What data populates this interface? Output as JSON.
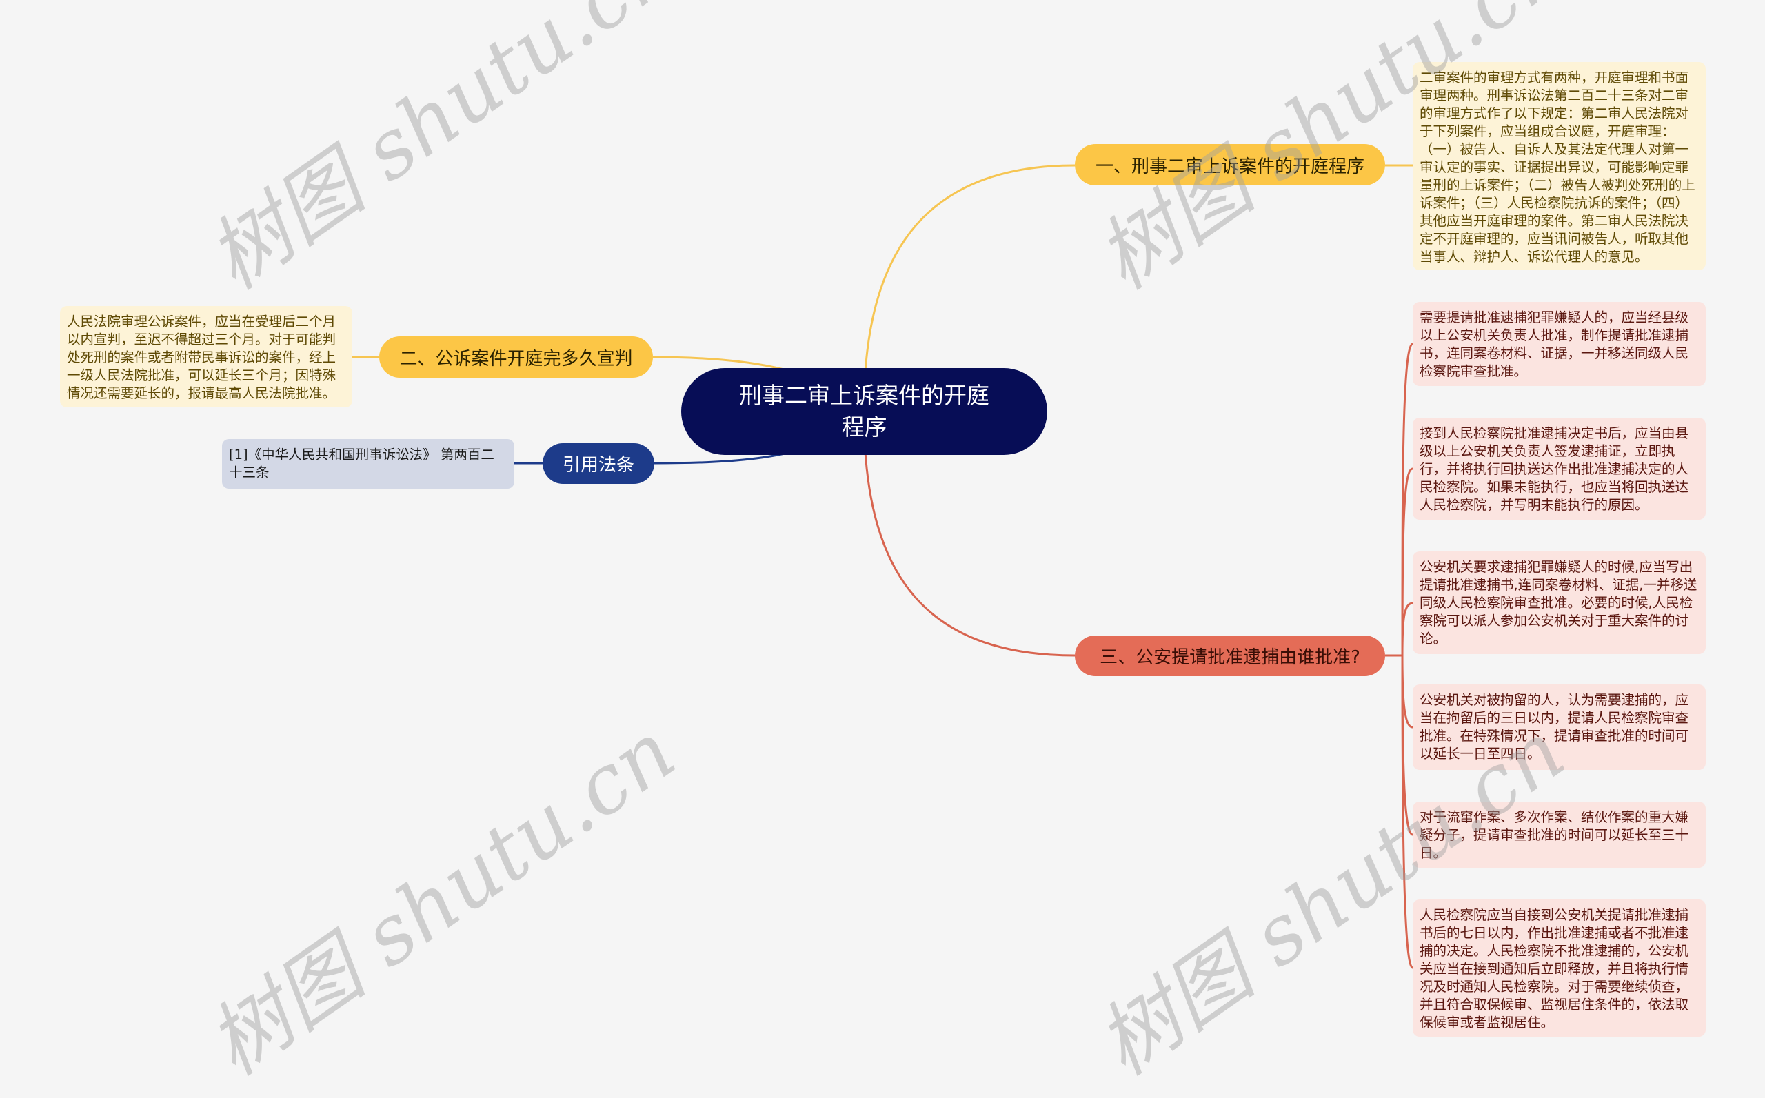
{
  "mindmap": {
    "root": {
      "label": "刑事二审上诉案件的开庭程序"
    },
    "branches": [
      {
        "label": "一、刑事二审上诉案件的开庭程序",
        "color": "#fcc646",
        "details": [
          "二审案件的审理方式有两种，开庭审理和书面审理两种。刑事诉讼法第二百二十三条对二审的审理方式作了以下规定：第二审人民法院对于下列案件，应当组成合议庭，开庭审理：（一）被告人、自诉人及其法定代理人对第一审认定的事实、证据提出异议，可能影响定罪量刑的上诉案件；（二）被告人被判处死刑的上诉案件；（三）人民检察院抗诉的案件；（四）其他应当开庭审理的案件。第二审人民法院决定不开庭审理的，应当讯问被告人，听取其他当事人、辩护人、诉讼代理人的意见。"
        ]
      },
      {
        "label": "二、公诉案件开庭完多久宣判",
        "color": "#fcc646",
        "details": [
          "人民法院审理公诉案件，应当在受理后二个月以内宣判，至迟不得超过三个月。对于可能判处死刑的案件或者附带民事诉讼的案件，经上一级人民法院批准，可以延长三个月；因特殊情况还需要延长的，报请最高人民法院批准。"
        ]
      },
      {
        "label": "引用法条",
        "color": "#1d3b8a",
        "details": [
          "[1]《中华人民共和国刑事诉讼法》 第两百二十三条"
        ]
      },
      {
        "label": "三、公安提请批准逮捕由谁批准?",
        "color": "#e46c57",
        "details": [
          "需要提请批准逮捕犯罪嫌疑人的，应当经县级以上公安机关负责人批准，制作提请批准逮捕书，连同案卷材料、证据，一并移送同级人民检察院审查批准。",
          "接到人民检察院批准逮捕决定书后，应当由县级以上公安机关负责人签发逮捕证，立即执行，并将执行回执送达作出批准逮捕决定的人民检察院。如果未能执行，也应当将回执送达人民检察院，并写明未能执行的原因。",
          "公安机关要求逮捕犯罪嫌疑人的时候,应当写出提请批准逮捕书,连同案卷材料、证据,一并移送同级人民检察院审查批准。必要的时候,人民检察院可以派人参加公安机关对于重大案件的讨论。",
          "公安机关对被拘留的人，认为需要逮捕的，应当在拘留后的三日以内，提请人民检察院审查批准。在特殊情况下，提请审查批准的时间可以延长一日至四日。",
          "对于流窜作案、多次作案、结伙作案的重大嫌疑分子，提请审查批准的时间可以延长至三十日。",
          "人民检察院应当自接到公安机关提请批准逮捕书后的七日以内，作出批准逮捕或者不批准逮捕的决定。人民检察院不批准逮捕的，公安机关应当在接到通知后立即释放，并且将执行情况及时通知人民检察院。对于需要继续侦查，并且符合取保候审、监视居住条件的，依法取保候审或者监视居住。"
        ]
      }
    ]
  },
  "watermark": {
    "text": "树图 shutu.cn"
  },
  "colors": {
    "background": "#f5f5f5",
    "root": "#070d56",
    "yellow": "#fcc646",
    "red": "#e46c57",
    "navy": "#1d3b8a"
  }
}
